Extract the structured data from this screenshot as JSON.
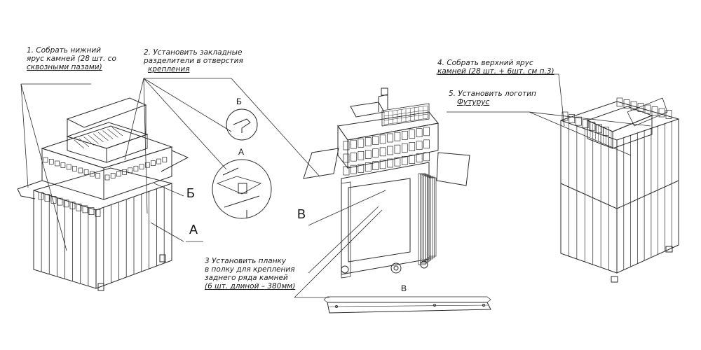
{
  "notes": {
    "step1": [
      "1. Собрать нижний",
      "ярус камней (28 шт. со",
      "сквозными пазами)"
    ],
    "step2": [
      "2. Установить закладные",
      "разделители в отверстия",
      "крепления"
    ],
    "step3": [
      "3 Установить планку",
      "в полку для крепления",
      "заднего ряда камней",
      "(6 шт. длиной – 380мм)"
    ],
    "step4": [
      "4. Собрать верхний ярус",
      "камней (28 шт. + 6шт. см п.3)"
    ],
    "step5": [
      "5. Установить логотип",
      "Футурус"
    ]
  },
  "callouts": {
    "b_left": "Б",
    "a_left": "А",
    "b_detail": "Б",
    "a_detail": "А",
    "v_center": "В",
    "v_bottom": "В"
  },
  "colors": {
    "line": "#2a2a2a",
    "light": "#6a6a6a",
    "paper": "#ffffff"
  }
}
